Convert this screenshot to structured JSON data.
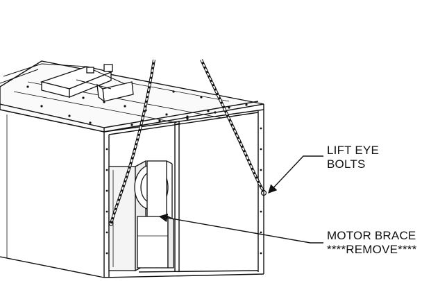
{
  "callouts": {
    "lift_eye_bolts": {
      "line1": "LIFT EYE",
      "line2": "BOLTS"
    },
    "motor_brace": {
      "line1": "MOTOR BRACE",
      "line2": "****REMOVE****"
    }
  },
  "colors": {
    "stroke": "#111111",
    "background": "#ffffff",
    "face_fill": "#f4f4f4"
  }
}
